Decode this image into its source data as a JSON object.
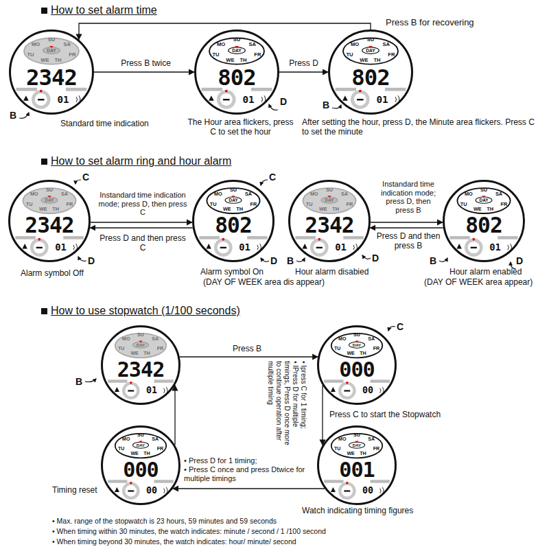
{
  "diagram": {
    "nodes": [
      {
        "text": [
          "MO",
          "SU",
          "SA",
          "TU",
          "WE",
          "TH",
          "FR",
          "DAY",
          "2342",
          "01"
        ]
      },
      {
        "text": [
          "MO",
          "SU",
          "SA",
          "TU",
          "WE",
          "TH",
          "FR",
          "DAY",
          "802",
          "01"
        ]
      },
      {
        "text": [
          "MO",
          "SU",
          "SA",
          "TU",
          "WE",
          "TH",
          "FR",
          "DAY",
          "802",
          "01"
        ]
      },
      {
        "text": [
          "MO",
          "SU",
          "SA",
          "TU",
          "WE",
          "TH",
          "FR",
          "DAY",
          "2342",
          "01"
        ]
      },
      {
        "text": [
          "MO",
          "SU",
          "SA",
          "TU",
          "WE",
          "TH",
          "FR",
          "DAY",
          "802",
          "01"
        ]
      },
      {
        "text": [
          "MO",
          "SU",
          "SA",
          "TU",
          "WE",
          "TH",
          "FR",
          "DAY",
          "2342",
          "01"
        ]
      },
      {
        "text": [
          "MO",
          "SU",
          "SA",
          "TU",
          "WE",
          "TH",
          "FR",
          "DAY",
          "802",
          "01"
        ]
      },
      {
        "text": [
          "MO",
          "SU",
          "SA",
          "TU",
          "WE",
          "TH",
          "FR",
          "DAY",
          "2342",
          "01"
        ]
      },
      {
        "text": [
          "MO",
          "SU",
          "SA",
          "TU",
          "WE",
          "TH",
          "FR",
          "DAY",
          "000",
          "00"
        ]
      },
      {
        "text": [
          "MO",
          "SU",
          "SA",
          "TU",
          "WE",
          "TH",
          "FR",
          "DAY",
          "001",
          "00"
        ]
      },
      {
        "text": [
          "MO",
          "SU",
          "SA",
          "TU",
          "WE",
          "TH",
          "FR",
          "DAY",
          "000",
          "00"
        ]
      }
    ],
    "edges": [
      {
        "from": 0,
        "to": 1,
        "arrow": "to",
        "label": "Press B twice"
      },
      {
        "from": 1,
        "to": 2,
        "arrow": "to",
        "label": "Press D"
      },
      {
        "from": 2,
        "to": 0,
        "arrow": "to",
        "label": "Press B for recovering"
      },
      {
        "from": 3,
        "to": 4,
        "arrow": "to",
        "label": "Instandard time indication mode; press D, then press C"
      },
      {
        "from": 4,
        "to": 3,
        "arrow": "to",
        "label": "Press D and then press C"
      },
      {
        "from": 5,
        "to": 6,
        "arrow": "to",
        "label": "Instandard time indication mode; press D, then press B"
      },
      {
        "from": 6,
        "to": 5,
        "arrow": "to",
        "label": "Press D and then press B"
      },
      {
        "from": 7,
        "to": 8,
        "arrow": "to",
        "label": "Press B"
      },
      {
        "from": 8,
        "to": 9,
        "arrow": "to",
        "label": "Press C to start the Stopwatch"
      },
      {
        "from": 9,
        "to": 10,
        "arrow": "to"
      },
      {
        "from": 10,
        "to": 7,
        "arrow": "to"
      }
    ],
    "labels": [
      "How to set alarm time",
      "B",
      "Standard time indication",
      "The Hour area flickers, press C to set the hour",
      "D",
      "B",
      "After setting the hour, press D, the Minute area flickers. Press C to set the minute",
      "How to set alarm ring and hour alarm",
      "C",
      "D",
      "Alarm symbol Off",
      "C",
      "D",
      "Alarm symbol On",
      "(DAY OF WEEK area dis appear)",
      "B",
      "D",
      "Hour alarm disabied",
      "B",
      "D",
      "Hour alarm enabled",
      "(DAY OF WEEK area appear)",
      "How to use stopwatch (1/100 seconds)",
      "B",
      "C",
      "• Ipress C for 1 timing;",
      "• IPress D for multiple timings, Press D once more to continue operation after multiple timing",
      "• Press D for 1 timing;",
      "• Press C once and press Dtwice for multiple timings",
      "Timing reset",
      "Watch indicating timing figures",
      "• Max. range of the stopwatch is 23 hours, 59 minutes and 59 seconds",
      "• When timing within 30 minutes, the watch indicates: minute / second / 1 /100 second",
      "• When timing beyond 30 minutes, the watch indicates: hour/ minute/  second"
    ]
  }
}
